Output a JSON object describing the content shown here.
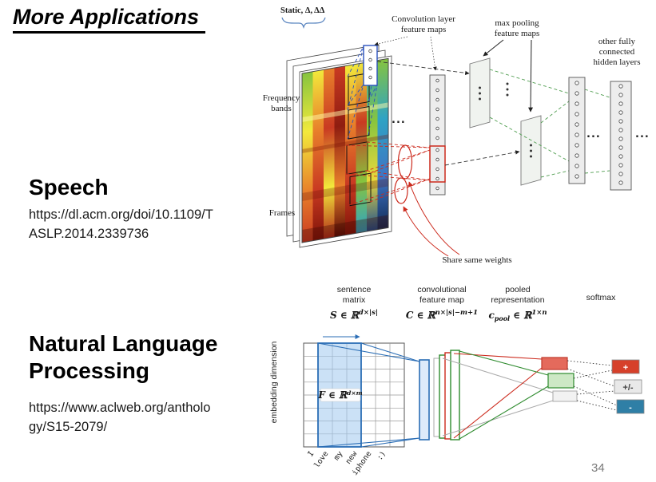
{
  "slide": {
    "title": "More Applications",
    "page_number": "34"
  },
  "sections": {
    "speech": {
      "heading": "Speech",
      "link": "https://dl.acm.org/doi/10.1109/TASLP.2014.2339736"
    },
    "nlp": {
      "heading": "Natural Language Processing",
      "link": "https://www.aclweb.org/anthology/S15-2079/"
    }
  },
  "speech_diagram": {
    "static_label": "Static, Δ, ΔΔ",
    "frequency_bands_line1": "Frequency",
    "frequency_bands_line2": "bands",
    "frames_label": "Frames",
    "conv_label_line1": "Convolution layer",
    "conv_label_line2": "feature maps",
    "pool_label_line1": "max pooling",
    "pool_label_line2": "feature maps",
    "fc_label_line1": "other fully",
    "fc_label_line2": "connected",
    "fc_label_line3": "hidden layers",
    "share_weights_label": "Share same weights",
    "ellipsis": "..."
  },
  "nlp_diagram": {
    "sentence_matrix_line1": "sentence",
    "sentence_matrix_line2": "matrix",
    "sentence_matrix_math": {
      "base": "S ∈ ℝ",
      "sup": "d×|s|"
    },
    "conv_feature_line1": "convolutional",
    "conv_feature_line2": "feature map",
    "conv_feature_math": {
      "base": "C ∈ ℝ",
      "sup": "n×|s|−m+1"
    },
    "pooled_line1": "pooled",
    "pooled_line2": "representation",
    "pooled_math": {
      "base": "c",
      "sub": "pool",
      "mid": " ∈ ℝ",
      "sup": "1×n"
    },
    "softmax_label": "softmax",
    "y_axis_label": "embedding dimension",
    "matrix_region_math": {
      "base": "F ∈ ℝ",
      "sup": "d×m"
    },
    "words": [
      "I",
      "love",
      "my",
      "new",
      "iphone",
      ":)"
    ],
    "classes": [
      {
        "label": "+",
        "color": "#d6402a",
        "text_color": "#ffffff"
      },
      {
        "label": "+/-",
        "color": "#e9e9e9",
        "text_color": "#444444"
      },
      {
        "label": "-",
        "color": "#2f7fa6",
        "text_color": "#ffffff"
      }
    ]
  }
}
